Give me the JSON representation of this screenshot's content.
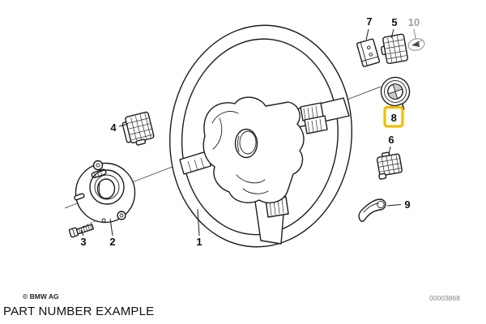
{
  "diagram": {
    "parts": [
      {
        "number": "1",
        "name": "steering-wheel"
      },
      {
        "number": "2",
        "name": "contact-plate"
      },
      {
        "number": "3",
        "name": "hex-screw"
      },
      {
        "number": "4",
        "name": "connector-plug-left"
      },
      {
        "number": "5",
        "name": "switch-block"
      },
      {
        "number": "6",
        "name": "connector-plug-right"
      },
      {
        "number": "7",
        "name": "bracket-plate"
      },
      {
        "number": "8",
        "name": "bmw-emblem",
        "highlighted": true
      },
      {
        "number": "9",
        "name": "trim-cover"
      },
      {
        "number": "10",
        "name": "horn-button",
        "muted": true
      }
    ],
    "highlight_color": "#F2BE00",
    "muted_color": "#9E9E9E",
    "line_color": "#1C1C1C"
  },
  "footer": {
    "copyright": "© BMW AG",
    "drawing_number": "00003868",
    "caption": "PART NUMBER EXAMPLE"
  }
}
